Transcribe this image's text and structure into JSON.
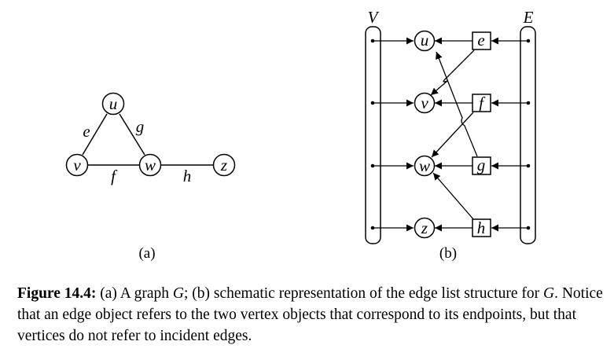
{
  "panel_a": {
    "vertices": [
      {
        "id": "u",
        "label": "u"
      },
      {
        "id": "v",
        "label": "v"
      },
      {
        "id": "w",
        "label": "w"
      },
      {
        "id": "z",
        "label": "z"
      }
    ],
    "edges": [
      {
        "id": "e",
        "label": "e",
        "from": "u",
        "to": "v"
      },
      {
        "id": "g",
        "label": "g",
        "from": "u",
        "to": "w"
      },
      {
        "id": "f",
        "label": "f",
        "from": "v",
        "to": "w"
      },
      {
        "id": "h",
        "label": "h",
        "from": "w",
        "to": "z"
      }
    ],
    "caption": "(a)"
  },
  "panel_b": {
    "vertex_list_label": "V",
    "edge_list_label": "E",
    "vertices": [
      "u",
      "v",
      "w",
      "z"
    ],
    "edges": [
      {
        "label": "e",
        "endpoints": [
          "u",
          "v"
        ]
      },
      {
        "label": "f",
        "endpoints": [
          "v",
          "w"
        ]
      },
      {
        "label": "g",
        "endpoints": [
          "u",
          "w"
        ]
      },
      {
        "label": "h",
        "endpoints": [
          "w",
          "z"
        ]
      }
    ],
    "caption": "(b)"
  },
  "caption": {
    "figure_label": "Figure 14.4:",
    "text_1": " (a) A graph ",
    "G1": "G",
    "text_2": "; (b) schematic representation of the edge list structure for ",
    "G2": "G",
    "text_3": ". Notice that an edge object refers to the two vertex objects that correspond to its endpoints, but that vertices do not refer to incident edges."
  }
}
